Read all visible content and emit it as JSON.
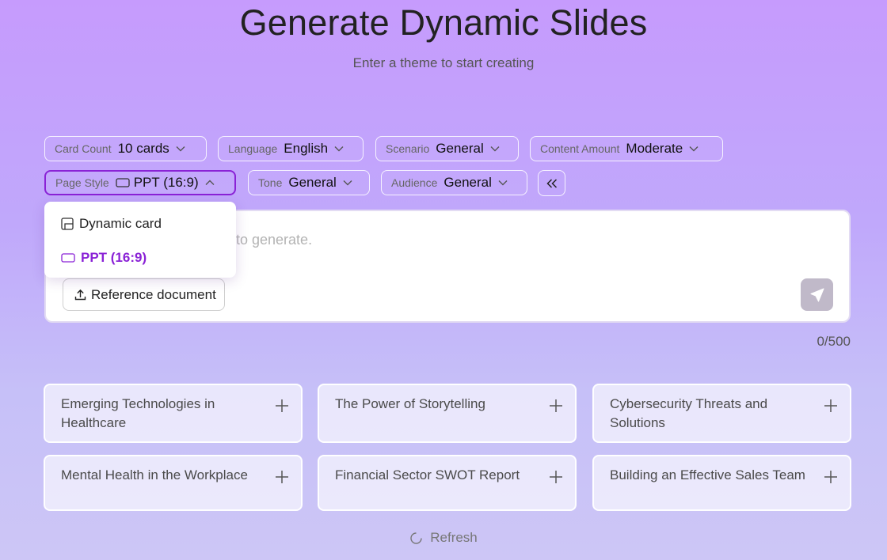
{
  "header": {
    "title": "Generate Dynamic Slides",
    "subtitle": "Enter a theme to start creating"
  },
  "options": {
    "card_count": {
      "label": "Card Count",
      "value": "10 cards"
    },
    "language": {
      "label": "Language",
      "value": "English"
    },
    "scenario": {
      "label": "Scenario",
      "value": "General"
    },
    "content_amount": {
      "label": "Content Amount",
      "value": "Moderate"
    },
    "page_style": {
      "label": "Page Style",
      "value": "PPT (16:9)"
    },
    "tone": {
      "label": "Tone",
      "value": "General"
    },
    "audience": {
      "label": "Audience",
      "value": "General"
    }
  },
  "page_style_dropdown": {
    "items": [
      {
        "label": "Dynamic card",
        "icon": "dynamic-card-icon"
      },
      {
        "label": "PPT (16:9)",
        "icon": "ppt-icon",
        "selected": true
      }
    ]
  },
  "input": {
    "placeholder_visible": "to generate.",
    "reference_label": "Reference document",
    "counter": "0/500"
  },
  "suggestions": [
    "Emerging Technologies in Healthcare",
    "The Power of Storytelling",
    "Cybersecurity Threats and Solutions",
    "Mental Health in the Workplace",
    "Financial Sector SWOT Report",
    "Building an Effective Sales Team"
  ],
  "refresh_label": "Refresh",
  "colors": {
    "accent": "#8a22d6",
    "send_button": "#c0b9c9"
  }
}
